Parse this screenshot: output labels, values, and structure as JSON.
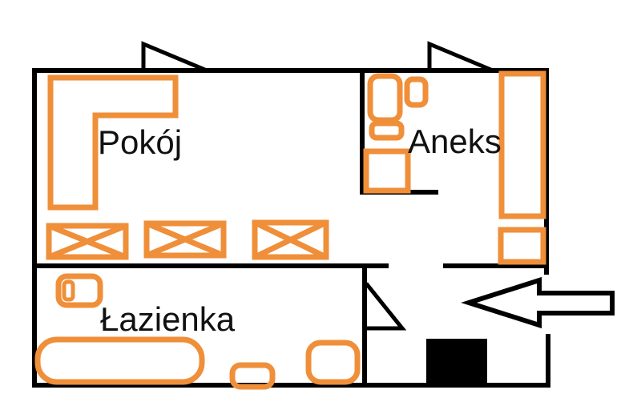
{
  "rooms": {
    "pokoj": {
      "label": "Pokój"
    },
    "aneks": {
      "label": "Aneks"
    },
    "lazienka": {
      "label": "Łazienka"
    }
  },
  "colors": {
    "wall": "#000000",
    "furniture": "#ef8f3a",
    "background": "#ffffff",
    "text": "#111111"
  }
}
